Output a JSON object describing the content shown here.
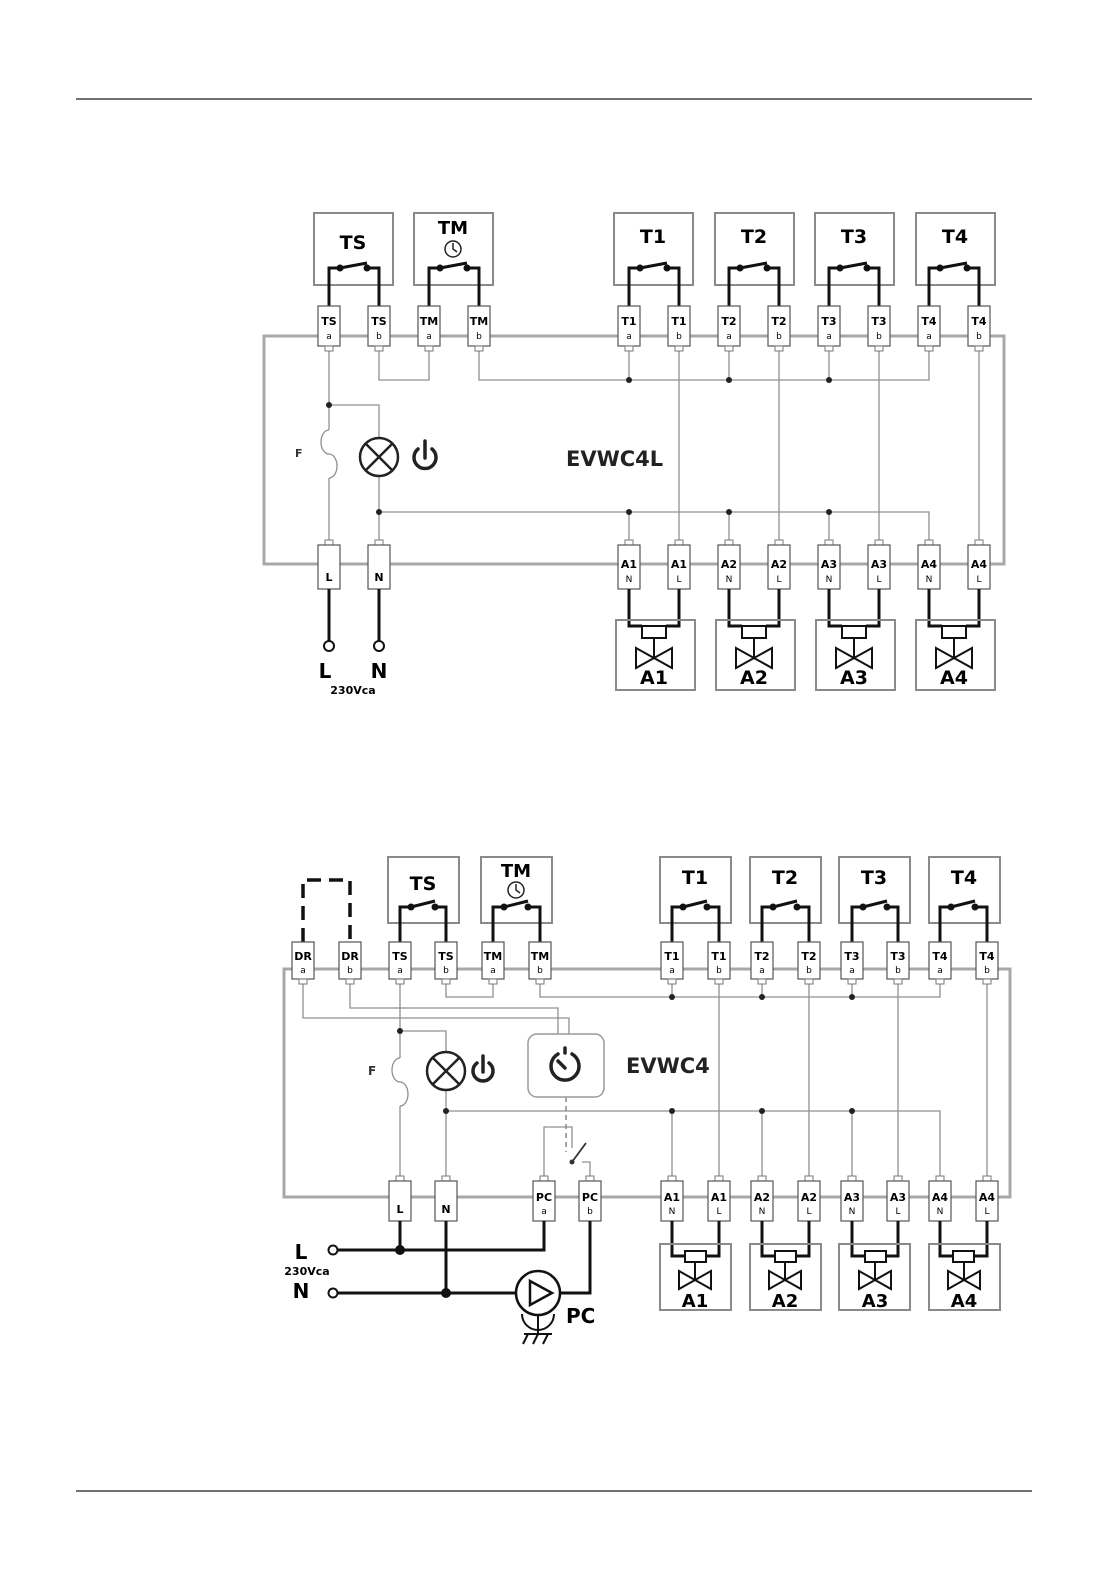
{
  "diagram1": {
    "title": "EVWC4L",
    "devices": {
      "ts": "TS",
      "tm": "TM",
      "t1": "T1",
      "t2": "T2",
      "t3": "T3",
      "t4": "T4",
      "a1": "A1",
      "a2": "A2",
      "a3": "A3",
      "a4": "A4"
    },
    "fuse_label": "F",
    "mains": {
      "l": "L",
      "n": "N",
      "voltage": "230Vca"
    },
    "terminals_top": [
      {
        "name": "TS",
        "sub": "a"
      },
      {
        "name": "TS",
        "sub": "b"
      },
      {
        "name": "TM",
        "sub": "a"
      },
      {
        "name": "TM",
        "sub": "b"
      },
      {
        "name": "T1",
        "sub": "a"
      },
      {
        "name": "T1",
        "sub": "b"
      },
      {
        "name": "T2",
        "sub": "a"
      },
      {
        "name": "T2",
        "sub": "b"
      },
      {
        "name": "T3",
        "sub": "a"
      },
      {
        "name": "T3",
        "sub": "b"
      },
      {
        "name": "T4",
        "sub": "a"
      },
      {
        "name": "T4",
        "sub": "b"
      }
    ],
    "terminals_bottom": [
      {
        "name": "L",
        "sub": ""
      },
      {
        "name": "N",
        "sub": ""
      },
      {
        "name": "A1",
        "sub": "N"
      },
      {
        "name": "A1",
        "sub": "L"
      },
      {
        "name": "A2",
        "sub": "N"
      },
      {
        "name": "A2",
        "sub": "L"
      },
      {
        "name": "A3",
        "sub": "N"
      },
      {
        "name": "A3",
        "sub": "L"
      },
      {
        "name": "A4",
        "sub": "N"
      },
      {
        "name": "A4",
        "sub": "L"
      }
    ]
  },
  "diagram2": {
    "title": "EVWC4",
    "devices": {
      "ts": "TS",
      "tm": "TM",
      "t1": "T1",
      "t2": "T2",
      "t3": "T3",
      "t4": "T4",
      "a1": "A1",
      "a2": "A2",
      "a3": "A3",
      "a4": "A4"
    },
    "fuse_label": "F",
    "pump_label": "PC",
    "mains": {
      "l": "L",
      "n": "N",
      "voltage": "230Vca"
    },
    "terminals_top": [
      {
        "name": "DR",
        "sub": "a"
      },
      {
        "name": "DR",
        "sub": "b"
      },
      {
        "name": "TS",
        "sub": "a"
      },
      {
        "name": "TS",
        "sub": "b"
      },
      {
        "name": "TM",
        "sub": "a"
      },
      {
        "name": "TM",
        "sub": "b"
      },
      {
        "name": "T1",
        "sub": "a"
      },
      {
        "name": "T1",
        "sub": "b"
      },
      {
        "name": "T2",
        "sub": "a"
      },
      {
        "name": "T2",
        "sub": "b"
      },
      {
        "name": "T3",
        "sub": "a"
      },
      {
        "name": "T3",
        "sub": "b"
      },
      {
        "name": "T4",
        "sub": "a"
      },
      {
        "name": "T4",
        "sub": "b"
      }
    ],
    "terminals_bottom": [
      {
        "name": "L",
        "sub": ""
      },
      {
        "name": "N",
        "sub": ""
      },
      {
        "name": "PC",
        "sub": "a"
      },
      {
        "name": "PC",
        "sub": "b"
      },
      {
        "name": "A1",
        "sub": "N"
      },
      {
        "name": "A1",
        "sub": "L"
      },
      {
        "name": "A2",
        "sub": "N"
      },
      {
        "name": "A2",
        "sub": "L"
      },
      {
        "name": "A3",
        "sub": "N"
      },
      {
        "name": "A3",
        "sub": "L"
      },
      {
        "name": "A4",
        "sub": "N"
      },
      {
        "name": "A4",
        "sub": "L"
      }
    ]
  }
}
